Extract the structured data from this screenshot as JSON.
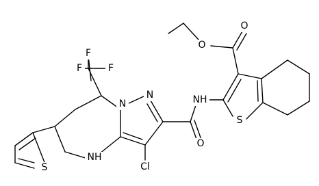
{
  "atoms": {
    "f_top": "F",
    "f_left": "F",
    "f_right": "F",
    "n_ring": "N",
    "n_ring2": "N",
    "nh_ring": "NH",
    "cl": "Cl",
    "o_amide": "O",
    "nh_amide": "NH",
    "s_thiophene": "S",
    "s_benzothiophene": "S",
    "o_ester_carbonyl": "O",
    "o_ester": "O"
  }
}
